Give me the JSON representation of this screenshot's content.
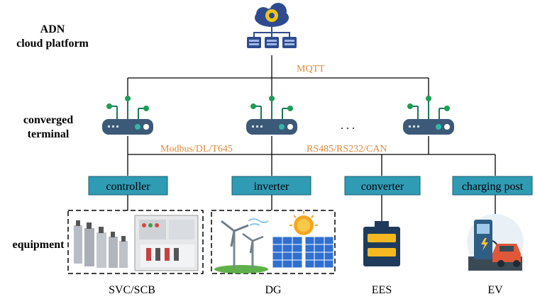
{
  "labels": {
    "cloud_line1": "ADN",
    "cloud_line2": "cloud platform",
    "terminal_line1": "converged",
    "terminal_line2": "terminal",
    "equipment": "equipment"
  },
  "protocols": {
    "mqtt": "MQTT",
    "modbus": "Modbus/DL/T645",
    "rs485": "RS485/RS232/CAN"
  },
  "ellipsis": ". . .",
  "interfaces": [
    "controller",
    "inverter",
    "converter",
    "charging post"
  ],
  "equipment_groups": [
    "SVC/SCB",
    "DG",
    "EES",
    "EV"
  ],
  "colors": {
    "box_fill": "#2f9bb5",
    "box_stroke": "#1b5f70",
    "protocol_text": "#e08a3c",
    "terminal_body": "#3c5a78",
    "led_green": "#1f9d55",
    "led_teal": "#2fb8a8"
  },
  "icons": {
    "cloud": "cloud-server-icon",
    "terminal": "router-icon",
    "svc": "capacitor-bank-icon",
    "cabinet": "switch-cabinet-icon",
    "wind": "wind-turbine-icon",
    "solar": "solar-panel-icon",
    "battery": "battery-icon",
    "ev": "ev-charger-icon"
  }
}
